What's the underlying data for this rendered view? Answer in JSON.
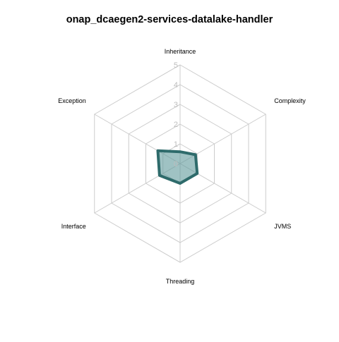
{
  "chart_data": {
    "type": "radar",
    "title": "onap_dcaegen2-services-datalake-handler",
    "axes": [
      "Inheritance",
      "Complexity",
      "JVMS",
      "Threading",
      "Interface",
      "Exception"
    ],
    "ticks": [
      "0",
      "1",
      "2",
      "3",
      "4",
      "5"
    ],
    "range": [
      0,
      5
    ],
    "grid": true,
    "series": [
      {
        "values": [
          0.6,
          0.9,
          1.0,
          1.0,
          1.2,
          1.3
        ]
      }
    ]
  },
  "colors": {
    "grid": "#cccccc",
    "series_line": "#2e6b6b",
    "series_fill": "#5f9a9b"
  }
}
